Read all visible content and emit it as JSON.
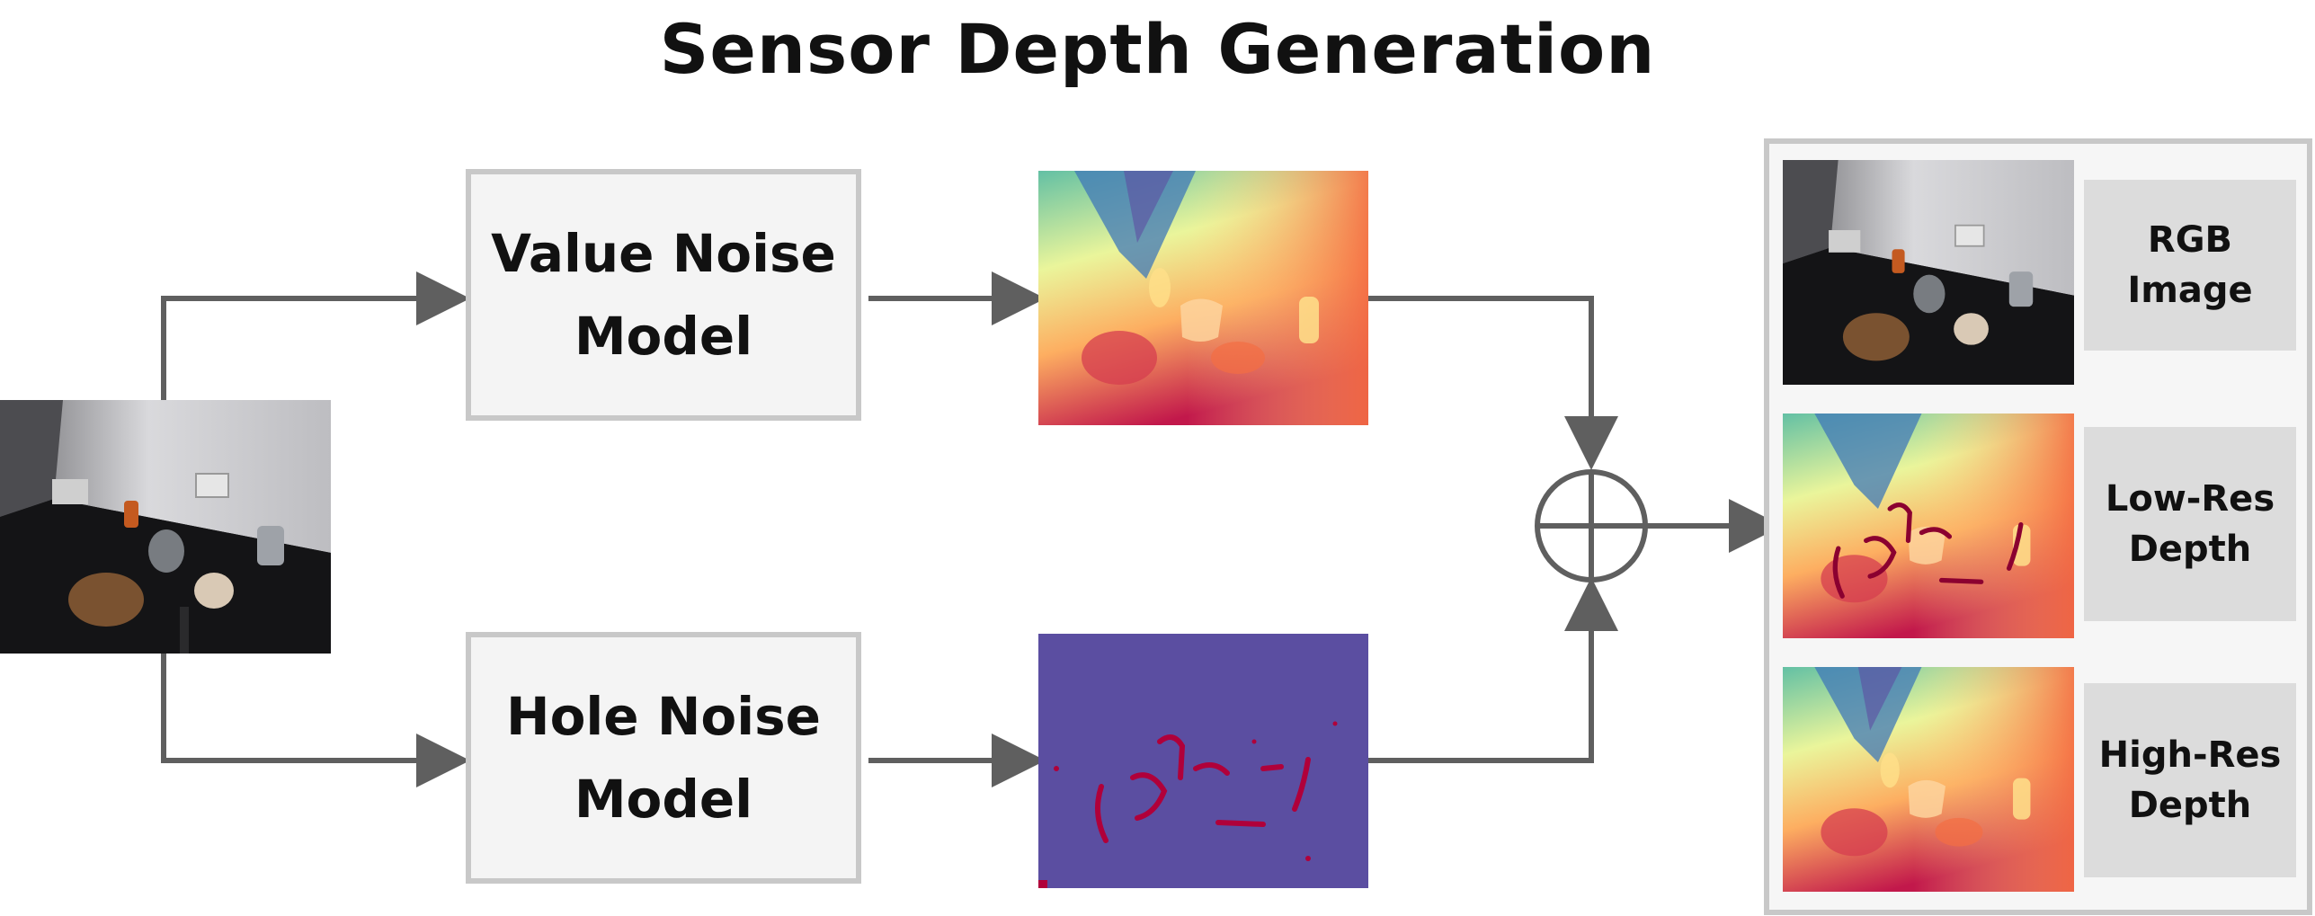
{
  "title": "Sensor Depth Generation",
  "models": {
    "value": "Value Noise\nModel",
    "hole": "Hole Noise\nModel"
  },
  "outputs": {
    "rgb": "RGB\nImage",
    "low_res": "Low-Res\nDepth",
    "high_res": "High-Res\nDepth"
  },
  "colors": {
    "wire": "#5f5f5f",
    "box_border": "#c8c8c8",
    "box_fill": "#f4f4f4",
    "label_fill": "#dcdcdc",
    "hole_noise_bg": "#5b4ea1",
    "hole_mark": "#b0003a"
  },
  "icons": [
    "rgb-scene-image",
    "depth-map-image",
    "hole-noise-image",
    "sum-operator-icon"
  ]
}
